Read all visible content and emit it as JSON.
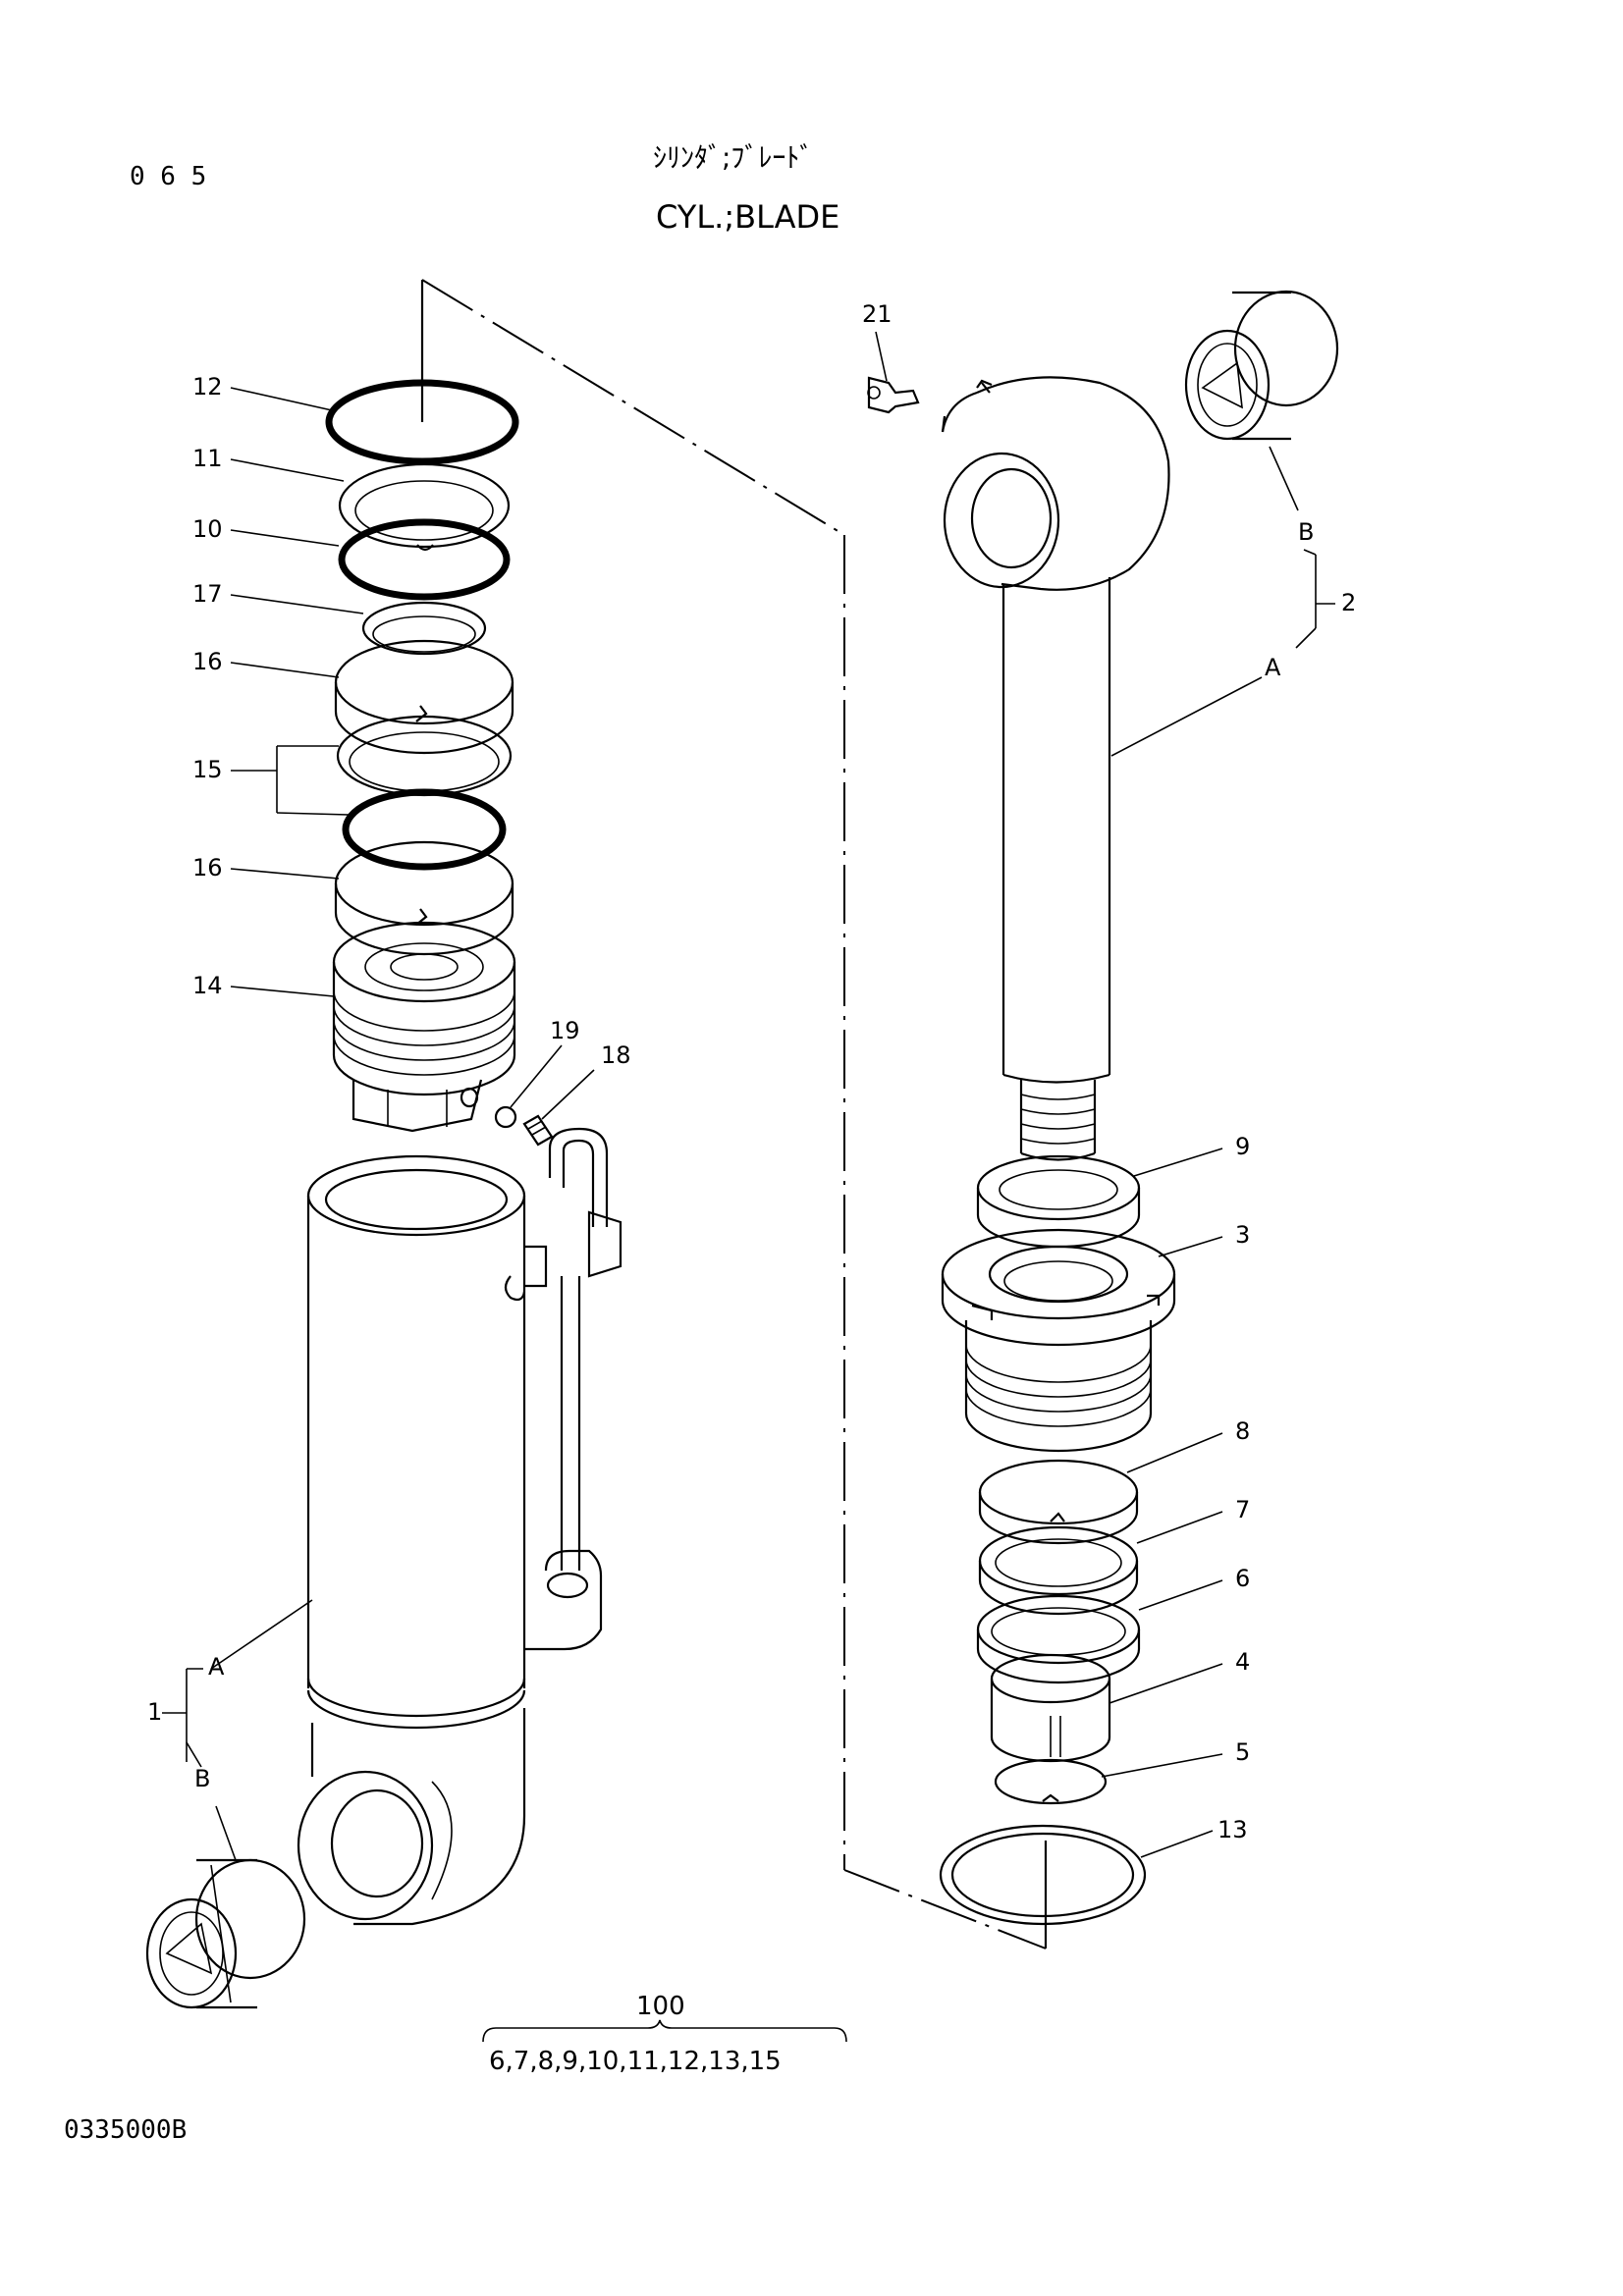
{
  "header": {
    "page_number": "0 6 5",
    "title_jp": "ｼﾘﾝﾀﾞ;ﾌﾞﾚｰﾄﾞ",
    "title_en": "CYL.;BLADE"
  },
  "footer": {
    "drawing_code": "0335000B"
  },
  "kit": {
    "number": "100",
    "contents": "6,7,8,9,10,11,12,13,15"
  },
  "callouts": {
    "c1": "1",
    "c2": "2",
    "c3": "3",
    "c4": "4",
    "c5": "5",
    "c6": "6",
    "c7": "7",
    "c8": "8",
    "c9": "9",
    "c10": "10",
    "c11": "11",
    "c12": "12",
    "c13": "13",
    "c14": "14",
    "c15": "15",
    "c16a": "16",
    "c16b": "16",
    "c17": "17",
    "c18": "18",
    "c19": "19",
    "c21": "21",
    "a_left": "A",
    "b_left": "B",
    "a_right": "A",
    "b_right": "B"
  }
}
